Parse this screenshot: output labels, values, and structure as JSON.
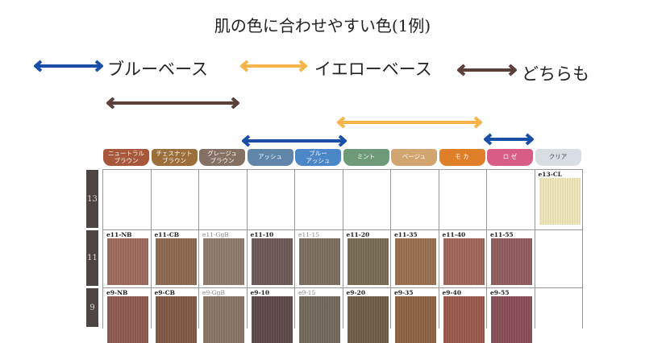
{
  "title": "肌の色に合わせやすい色(1例)",
  "labels": {
    "blue_base": "ブルーベース",
    "yellow_base": "イエローベース",
    "both": "どちらも"
  },
  "colors": {
    "blue": "#1a4fa8",
    "orange": "#f5b54a",
    "brown": "#5a4038"
  },
  "tabs": [
    {
      "label": "ニュートラル\nブラウン",
      "color": "#a8583a"
    },
    {
      "label": "チェスナット\nブラウン",
      "color": "#9c6e3a"
    },
    {
      "label": "グレージュ\nブラウン",
      "color": "#857064"
    },
    {
      "label": "アッシュ",
      "color": "#5f86a8"
    },
    {
      "label": "ブルー\nアッシュ",
      "color": "#4b86c6"
    },
    {
      "label": "ミント",
      "color": "#6f9a78"
    },
    {
      "label": "ベージュ",
      "color": "#d2a470"
    },
    {
      "label": "モ カ",
      "color": "#e07f2a"
    },
    {
      "label": "ロ ゼ",
      "color": "#d85d86"
    },
    {
      "label": "クリア",
      "color": "#d8dde3"
    }
  ],
  "rows": [
    {
      "level": "13",
      "cells": [
        null,
        null,
        null,
        null,
        null,
        null,
        null,
        null,
        null,
        {
          "code": "e13-CL",
          "color": "#f1e8b8"
        }
      ]
    },
    {
      "level": "11",
      "cells": [
        {
          "code": "e11-NB",
          "color": "#a06a5e"
        },
        {
          "code": "e11-CB",
          "color": "#8e6a50"
        },
        {
          "code": "e11-GgB",
          "color": "#8d7d70",
          "light": true
        },
        {
          "code": "e11-10",
          "color": "#6e5a58"
        },
        {
          "code": "e11-15",
          "color": "#7d7062",
          "light": true
        },
        {
          "code": "e11-20",
          "color": "#7a6d55"
        },
        {
          "code": "e11-35",
          "color": "#99714f"
        },
        {
          "code": "e11-40",
          "color": "#a0675a"
        },
        {
          "code": "e11-55",
          "color": "#945e60"
        },
        null
      ]
    },
    {
      "level": "9",
      "cells": [
        {
          "code": "e9-NB",
          "color": "#8f5a4e"
        },
        {
          "code": "e9-CB",
          "color": "#835a45"
        },
        {
          "code": "e9-GgB",
          "color": "#8a7668",
          "light": true
        },
        {
          "code": "e9-10",
          "color": "#5e4a4a"
        },
        {
          "code": "e9-15",
          "color": "#756a5c",
          "light": true
        },
        {
          "code": "e9-20",
          "color": "#6f6048"
        },
        {
          "code": "e9-35",
          "color": "#8f6444"
        },
        {
          "code": "e9-40",
          "color": "#9a5a4c"
        },
        {
          "code": "e9-55",
          "color": "#8a5058"
        },
        null
      ]
    }
  ]
}
